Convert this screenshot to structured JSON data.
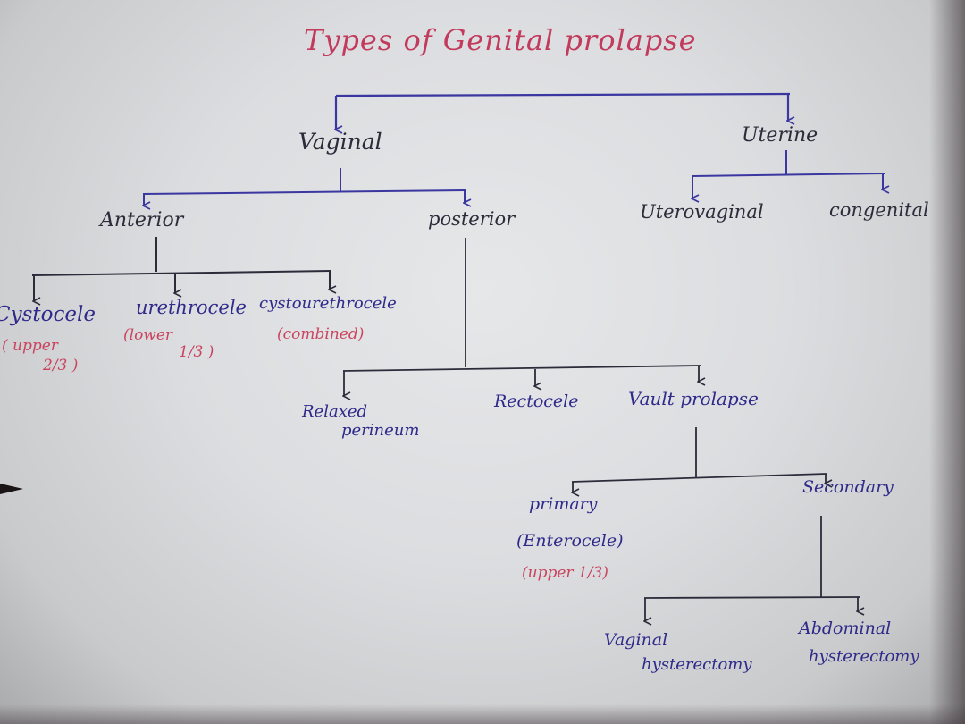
{
  "title": "Types of Genital prolapse",
  "colors": {
    "title_ink": "#c23a5c",
    "blue_ink": "#2f2a8a",
    "black_ink": "#2b2b3a",
    "red_ink": "#c9445e",
    "paper": "#dfe0e2"
  },
  "tree": {
    "root": "Types of Genital prolapse",
    "vaginal": {
      "label": "Vaginal",
      "anterior": {
        "label": "Anterior",
        "children": [
          {
            "label": "Cystocele",
            "note": "(upper 2/3)"
          },
          {
            "label": "urethrocele",
            "note": "(lower 1/3)"
          },
          {
            "label": "cystourethrocele",
            "note": "(combined)"
          }
        ]
      },
      "posterior": {
        "label": "posterior",
        "children": [
          {
            "label": "Relaxed perineum"
          },
          {
            "label": "Rectocele"
          },
          {
            "label": "Vault prolapse"
          }
        ]
      },
      "vault": {
        "label": "Vault prolapse",
        "primary": {
          "label": "primary",
          "sub": "(Enterocele)",
          "note": "(upper 1/3)"
        },
        "secondary": {
          "label": "Secondary",
          "children": [
            {
              "label": "Vaginal hysterectomy"
            },
            {
              "label": "Abdominal hysterectomy"
            }
          ]
        }
      }
    },
    "uterine": {
      "label": "Uterine",
      "children": [
        {
          "label": "Uterovaginal"
        },
        {
          "label": "congenital"
        }
      ]
    }
  },
  "labels": {
    "relaxed_1": "Relaxed",
    "relaxed_2": "perineum",
    "vaginal_hyst_1": "Vaginal",
    "vaginal_hyst_2": "hysterectomy",
    "abdominal_hyst_1": "Abdominal",
    "abdominal_hyst_2": "hysterectomy",
    "urethro_note_1": "(lower",
    "urethro_note_2": "1/3 )",
    "cysto_note_1": "( upper",
    "cysto_note_2": "2/3 )"
  }
}
